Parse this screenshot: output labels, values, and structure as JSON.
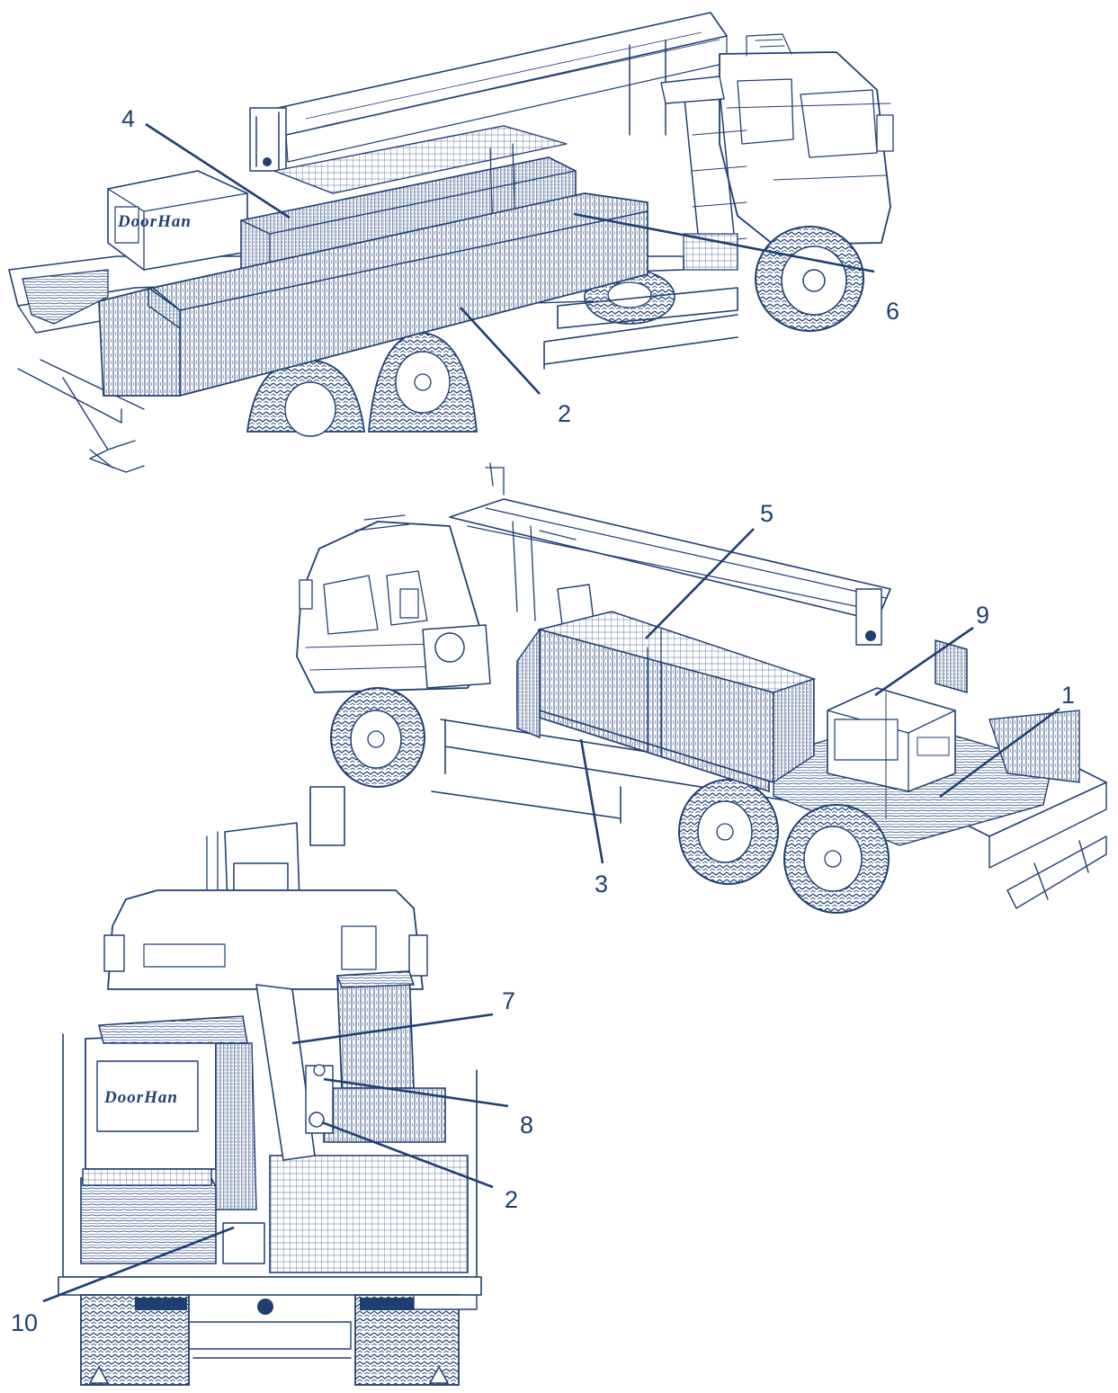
{
  "colors": {
    "ink": "#1f3f73",
    "background": "#ffffff"
  },
  "views": [
    {
      "view": "top-side-rear",
      "callouts": [
        {
          "id": "4",
          "label": "4"
        },
        {
          "id": "6",
          "label": "6"
        },
        {
          "id": "2",
          "label": "2"
        }
      ]
    },
    {
      "view": "middle-side-front",
      "callouts": [
        {
          "id": "5",
          "label": "5"
        },
        {
          "id": "9",
          "label": "9"
        },
        {
          "id": "1",
          "label": "1"
        },
        {
          "id": "3",
          "label": "3"
        }
      ]
    },
    {
      "view": "bottom-rear",
      "brand": "DoorHan",
      "callouts": [
        {
          "id": "7",
          "label": "7"
        },
        {
          "id": "8",
          "label": "8"
        },
        {
          "id": "2",
          "label": "2"
        },
        {
          "id": "10",
          "label": "10"
        }
      ]
    }
  ]
}
